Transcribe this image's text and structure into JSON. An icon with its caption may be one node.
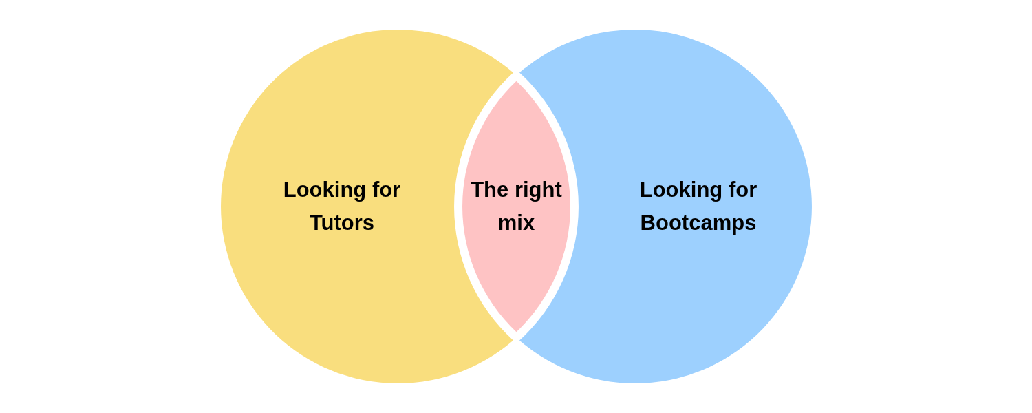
{
  "diagram": {
    "nodes": [
      {
        "text": [
          "Looking for Tutors"
        ]
      },
      {
        "text": [
          "Looking for Bootcamps"
        ]
      },
      {
        "text": [
          "The right mix"
        ]
      }
    ]
  }
}
